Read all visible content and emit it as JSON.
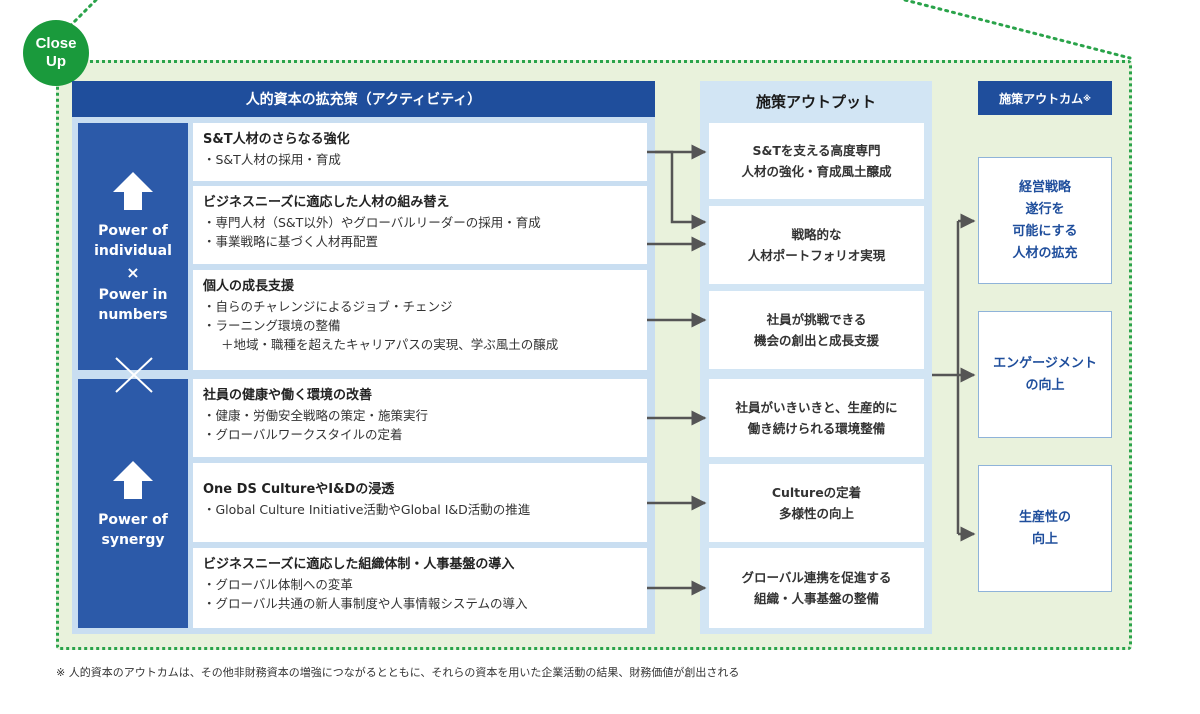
{
  "badge": {
    "line1": "Close",
    "line2": "Up"
  },
  "activities_header": "人的資本の拡充策（アクティビティ）",
  "outputs_header": "施策アウトプット",
  "outcomes_header": "施策アウトカム",
  "outcomes_header_mark": "※",
  "pillars": {
    "top": {
      "line1": "Power of",
      "line2": "individual",
      "times": "×",
      "line3": "Power in",
      "line4": "numbers"
    },
    "bottom": {
      "line1": "Power of",
      "line2": "synergy"
    }
  },
  "activities": [
    {
      "title": "S&T人材のさらなる強化",
      "bullets": [
        "・S&T人材の採用・育成"
      ],
      "sub": ""
    },
    {
      "title": "ビジネスニーズに適応した人材の組み替え",
      "bullets": [
        "・専門人材（S&T以外）やグローバルリーダーの採用・育成",
        "・事業戦略に基づく人材再配置"
      ],
      "sub": ""
    },
    {
      "title": "個人の成長支援",
      "bullets": [
        "・自らのチャレンジによるジョブ・チェンジ",
        "・ラーニング環境の整備"
      ],
      "sub": "＋地域・職種を超えたキャリアパスの実現、学ぶ風土の醸成"
    },
    {
      "title": "社員の健康や働く環境の改善",
      "bullets": [
        "・健康・労働安全戦略の策定・施策実行",
        "・グローバルワークスタイルの定着"
      ],
      "sub": ""
    },
    {
      "title": "One DS CultureやI&Dの浸透",
      "bullets": [
        "・Global Culture Initiative活動やGlobal I&D活動の推進"
      ],
      "sub": ""
    },
    {
      "title": "ビジネスニーズに適応した組織体制・人事基盤の導入",
      "bullets": [
        "・グローバル体制への変革",
        "・グローバル共通の新人事制度や人事情報システムの導入"
      ],
      "sub": ""
    }
  ],
  "outputs": [
    {
      "line1": "S&Tを支える高度専門",
      "line2": "人材の強化・育成風土醸成"
    },
    {
      "line1": "戦略的な",
      "line2": "人材ポートフォリオ実現"
    },
    {
      "line1": "社員が挑戦できる",
      "line2": "機会の創出と成長支援"
    },
    {
      "line1": "社員がいきいきと、生産的に",
      "line2": "働き続けられる環境整備"
    },
    {
      "line1": "Cultureの定着",
      "line2": "多様性の向上"
    },
    {
      "line1": "グローバル連携を促進する",
      "line2": "組織・人事基盤の整備"
    }
  ],
  "outcomes": [
    {
      "lines": [
        "経営戦略",
        "遂行を",
        "可能にする",
        "人材の拡充"
      ]
    },
    {
      "lines": [
        "エンゲージメント",
        "の向上"
      ]
    },
    {
      "lines": [
        "生産性の",
        "向上"
      ]
    }
  ],
  "footnote": "※ 人的資本のアウトカムは、その他非財務資本の増強につながるとともに、それらの資本を用いた企業活動の結果、財務価値が創出される",
  "colors": {
    "navy": "#1f4e9c",
    "green": "#2aa34a",
    "panel": "#e9f2dc",
    "light_blue": "#c9def1",
    "arrow": "#555555"
  }
}
